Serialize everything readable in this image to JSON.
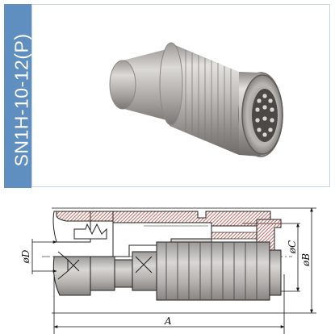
{
  "product": {
    "model": "SN1H-10-12(P)",
    "colors": {
      "tab_background": "#5f8fc0",
      "tab_text": "#ffffff",
      "frame_border": "#c8d4e4",
      "metal": "#b5b3b1",
      "hatch": "#b3473a"
    }
  },
  "drawing": {
    "dimensions": {
      "overall_length": "A",
      "outer_diameter": "øB",
      "contact_diameter": "øC",
      "cable_diameter": "øD"
    }
  }
}
